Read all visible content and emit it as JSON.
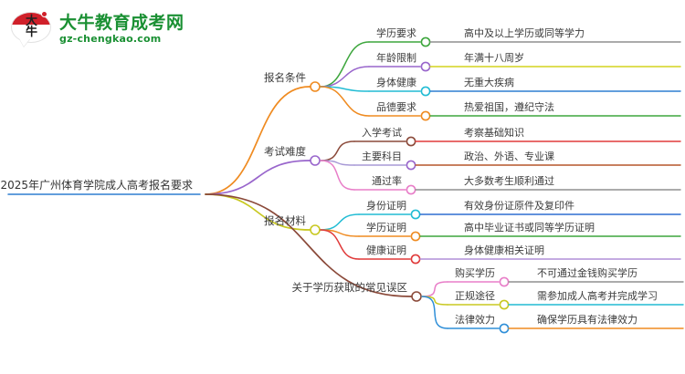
{
  "logo": {
    "mark_line1": "大",
    "mark_line2": "牛",
    "title": "大牛教育成考网",
    "subtitle": "gz-chengkao.com",
    "brand_color": "#1a9033",
    "accent_color": "#d0202a"
  },
  "mindmap": {
    "root": {
      "label": "2025年广州体育学院成人高考报名要求",
      "node_color": "#2f7fd1"
    },
    "branches": [
      {
        "label": "报名条件",
        "branch_color": "#ef8b21",
        "node_color": "#ef8b21",
        "children": [
          {
            "label": "学历要求",
            "link_color": "#3da63d",
            "node_color": "#3da63d",
            "leaf": "高中及以上学历或同等学力",
            "leaf_color": "#8f8f8f"
          },
          {
            "label": "年龄限制",
            "link_color": "#9966cc",
            "node_color": "#9966cc",
            "leaf": "年满十八周岁",
            "leaf_color": "#d4d41f"
          },
          {
            "label": "身体健康",
            "link_color": "#22bcd4",
            "node_color": "#22bcd4",
            "leaf": "无重大疾病",
            "leaf_color": "#2f7fd1"
          },
          {
            "label": "品德要求",
            "link_color": "#ef8b21",
            "node_color": "#ef8b21",
            "leaf": "热爱祖国，遵纪守法",
            "leaf_color": "#3da63d"
          }
        ]
      },
      {
        "label": "考试难度",
        "branch_color": "#9966cc",
        "node_color": "#9966cc",
        "children": [
          {
            "label": "入学考试",
            "link_color": "#8b4a3a",
            "node_color": "#8b4a3a",
            "leaf": "考察基础知识",
            "leaf_color": "#e03a3a"
          },
          {
            "label": "主要科目",
            "link_color": "#a89ad6",
            "node_color": "#9966cc",
            "leaf": "政治、外语、专业课",
            "leaf_color": "#b5562a"
          },
          {
            "label": "通过率",
            "link_color": "#e87ec8",
            "node_color": "#e87ec8",
            "leaf": "大多数考生顺利通过",
            "leaf_color": "#8f8f8f"
          }
        ]
      },
      {
        "label": "报名材料",
        "branch_color": "#c8c820",
        "node_color": "#c8c820",
        "children": [
          {
            "label": "身份证明",
            "link_color": "#22bcd4",
            "node_color": "#22bcd4",
            "leaf": "有效身份证原件及复印件",
            "leaf_color": "#2f6fd0"
          },
          {
            "label": "学历证明",
            "link_color": "#ef8b21",
            "node_color": "#ef8b21",
            "leaf": "高中毕业证书或同等学历证明",
            "leaf_color": "#3da63d"
          },
          {
            "label": "健康证明",
            "link_color": "#e03a3a",
            "node_color": "#e03a3a",
            "leaf": "身体健康相关证明",
            "leaf_color": "#b08fd8"
          }
        ]
      },
      {
        "label": "关于学历获取的常见误区",
        "branch_color": "#8b4a3a",
        "node_color": "#8b4a3a",
        "children": [
          {
            "label": "购买学历",
            "link_color": "#e87ec8",
            "node_color": "#e87ec8",
            "leaf": "不可通过金钱购买学历",
            "leaf_color": "#8f8f8f"
          },
          {
            "label": "正规途径",
            "link_color": "#c8c820",
            "node_color": "#c8c820",
            "leaf": "需参加成人高考并完成学习",
            "leaf_color": "#22bcd4"
          },
          {
            "label": "法律效力",
            "link_color": "#2f8fd8",
            "node_color": "#2f8fd8",
            "leaf": "确保学历具有法律效力",
            "leaf_color": "#ef8b21"
          }
        ]
      }
    ]
  }
}
